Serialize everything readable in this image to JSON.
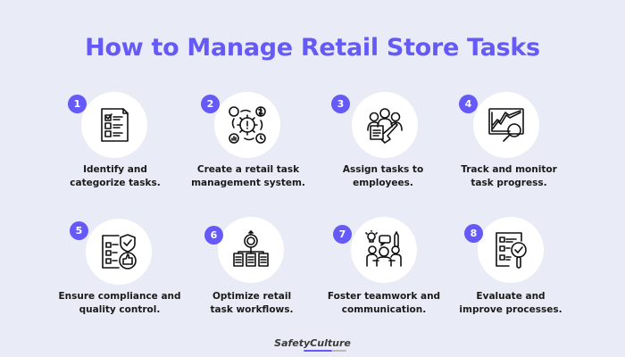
{
  "title": "How to Manage Retail Store Tasks",
  "accent_color": "#6559f7",
  "background_color": "#e9ecf6",
  "steps": [
    {
      "number": "1",
      "icon": "checklist-document-icon",
      "line1": "Identify and",
      "line2": "categorize tasks."
    },
    {
      "number": "2",
      "icon": "gear-cycle-system-icon",
      "line1": "Create a retail task",
      "line2": "management system."
    },
    {
      "number": "3",
      "icon": "assign-team-icon",
      "line1": "Assign tasks to",
      "line2": "employees."
    },
    {
      "number": "4",
      "icon": "chart-magnifier-icon",
      "line1": "Track and monitor",
      "line2": "task progress."
    },
    {
      "number": "5",
      "icon": "compliance-checklist-icon",
      "line1": "Ensure compliance and",
      "line2": "quality control."
    },
    {
      "number": "6",
      "icon": "workflow-gear-icon",
      "line1": "Optimize retail",
      "line2": "task workflows."
    },
    {
      "number": "7",
      "icon": "teamwork-idea-icon",
      "line1": "Foster teamwork and",
      "line2": "communication."
    },
    {
      "number": "8",
      "icon": "evaluate-checklist-icon",
      "line1": "Evaluate and",
      "line2": "improve processes."
    }
  ],
  "brand": "SafetyCulture"
}
